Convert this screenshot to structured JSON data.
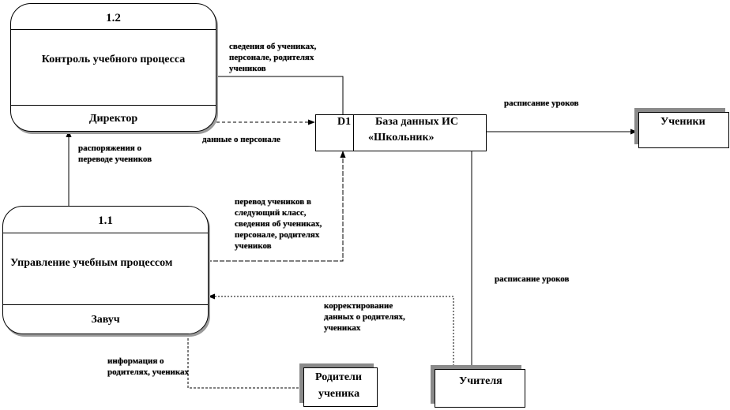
{
  "process_1_2": {
    "number": "1.2",
    "name": "Контроль учебного процесса",
    "actor": "Директор"
  },
  "process_1_1": {
    "number": "1.1",
    "name": "Управление учебным процессом",
    "actor": "Завуч"
  },
  "datastore": {
    "id": "D1",
    "name_line1": "База данных ИС",
    "name_line2": "«Школьник»"
  },
  "entities": {
    "students": "Ученики",
    "teachers": "Учителя",
    "parents_line1": "Родители",
    "parents_line2": "ученика"
  },
  "flows": {
    "db_to_control": [
      "сведения об учениках,",
      "персонале, родителях",
      "учеников"
    ],
    "control_to_db": "данные о персонале",
    "mgmt_to_control": [
      "распоряжения о",
      "переводе учеников"
    ],
    "mgmt_to_db": [
      "перевод учеников в",
      "следующий класс,",
      "сведения об учениках,",
      "персонале, родителях",
      "учеников"
    ],
    "db_to_students": "расписание уроков",
    "db_to_teachers": "расписание уроков",
    "teachers_to_mgmt": [
      "корректирование",
      "данных  о родителях,",
      "учениках"
    ],
    "parents_to_mgmt": [
      "информация о",
      "родителях,  учениках"
    ]
  }
}
